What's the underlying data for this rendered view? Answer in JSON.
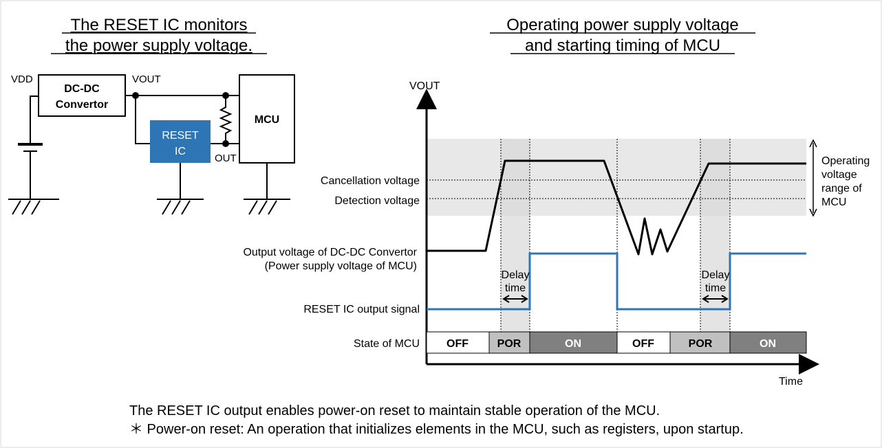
{
  "left_panel": {
    "title_line1": "The RESET IC monitors",
    "title_line2": "the power supply voltage.",
    "circuit": {
      "vdd_label": "VDD",
      "vout_label": "VOUT",
      "out_label": "OUT",
      "dcdc_line1": "DC-DC",
      "dcdc_line2": "Convertor",
      "reset_ic_line1": "RESET",
      "reset_ic_line2": "IC",
      "mcu_label": "MCU"
    }
  },
  "right_panel": {
    "title_line1": "Operating power supply voltage",
    "title_line2": "and starting timing of MCU",
    "y_axis_label": "VOUT",
    "x_axis_label": "Time",
    "cancellation_voltage": "Cancellation voltage",
    "detection_voltage": "Detection voltage",
    "operating_range_line1": "Operating",
    "operating_range_line2": "voltage",
    "operating_range_line3": "range of",
    "operating_range_line4": "MCU",
    "dcdc_output_line1": "Output voltage of DC-DC Convertor",
    "dcdc_output_line2": "(Power supply voltage of MCU)",
    "reset_signal_label": "RESET IC output signal",
    "delay_1_line1": "Delay",
    "delay_1_line2": "time",
    "delay_2_line1": "Delay",
    "delay_2_line2": "time",
    "state_label": "State of MCU",
    "states": [
      "OFF",
      "POR",
      "ON",
      "OFF",
      "POR",
      "ON"
    ],
    "colors": {
      "signal_blue": "#2e75b6",
      "reset_ic_fill": "#2e75b6",
      "band_gray": "#e8e8e8",
      "por_gray": "#c0c0c0",
      "on_gray": "#808080",
      "por_highlight": "#d9d9d9"
    }
  },
  "footer": {
    "line1": "The RESET IC output enables power-on reset to maintain stable operation of the MCU.",
    "line2": "＊ Power-on reset: An operation that initializes elements in the MCU, such as registers, upon startup."
  }
}
